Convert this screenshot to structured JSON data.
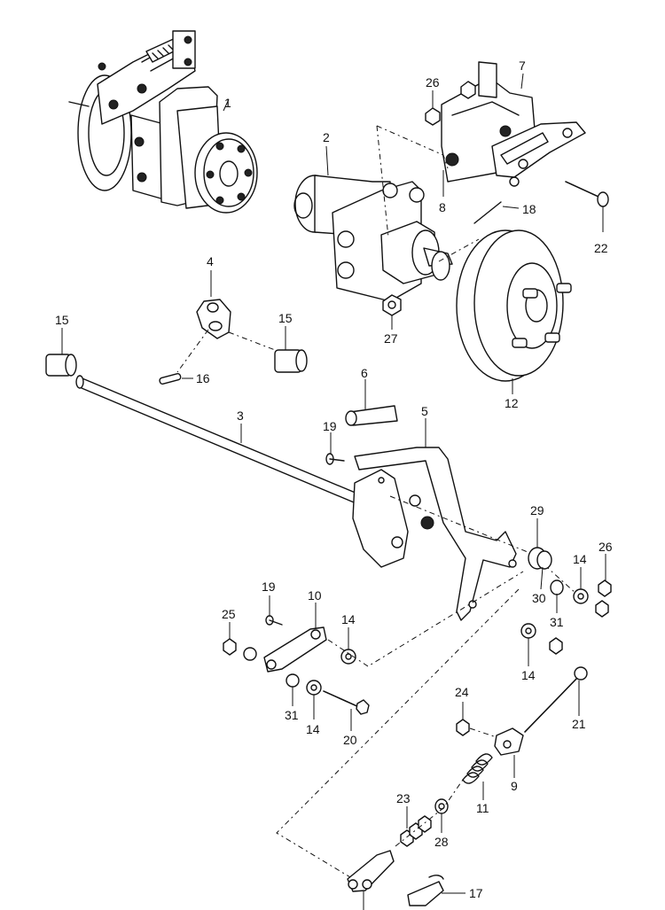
{
  "callouts": [
    {
      "id": "c1",
      "label": "1"
    },
    {
      "id": "c2",
      "label": "2"
    },
    {
      "id": "c3",
      "label": "3"
    },
    {
      "id": "c4",
      "label": "4"
    },
    {
      "id": "c5",
      "label": "5"
    },
    {
      "id": "c6",
      "label": "6"
    },
    {
      "id": "c7",
      "label": "7"
    },
    {
      "id": "c8",
      "label": "8"
    },
    {
      "id": "c9",
      "label": "9"
    },
    {
      "id": "c10",
      "label": "10"
    },
    {
      "id": "c11",
      "label": "11"
    },
    {
      "id": "c12",
      "label": "12"
    },
    {
      "id": "c14a",
      "label": "14"
    },
    {
      "id": "c14b",
      "label": "14"
    },
    {
      "id": "c14c",
      "label": "14"
    },
    {
      "id": "c14d",
      "label": "14"
    },
    {
      "id": "c15a",
      "label": "15"
    },
    {
      "id": "c15b",
      "label": "15"
    },
    {
      "id": "c16",
      "label": "16"
    },
    {
      "id": "c17",
      "label": "17"
    },
    {
      "id": "c18",
      "label": "18"
    },
    {
      "id": "c19a",
      "label": "19"
    },
    {
      "id": "c19b",
      "label": "19"
    },
    {
      "id": "c20",
      "label": "20"
    },
    {
      "id": "c21",
      "label": "21"
    },
    {
      "id": "c22",
      "label": "22"
    },
    {
      "id": "c23",
      "label": "23"
    },
    {
      "id": "c24",
      "label": "24"
    },
    {
      "id": "c25",
      "label": "25"
    },
    {
      "id": "c26a",
      "label": "26"
    },
    {
      "id": "c26b",
      "label": "26"
    },
    {
      "id": "c27",
      "label": "27"
    },
    {
      "id": "c28",
      "label": "28"
    },
    {
      "id": "c29",
      "label": "29"
    },
    {
      "id": "c30",
      "label": "30"
    },
    {
      "id": "c31a",
      "label": "31"
    },
    {
      "id": "c31b",
      "label": "31"
    }
  ]
}
